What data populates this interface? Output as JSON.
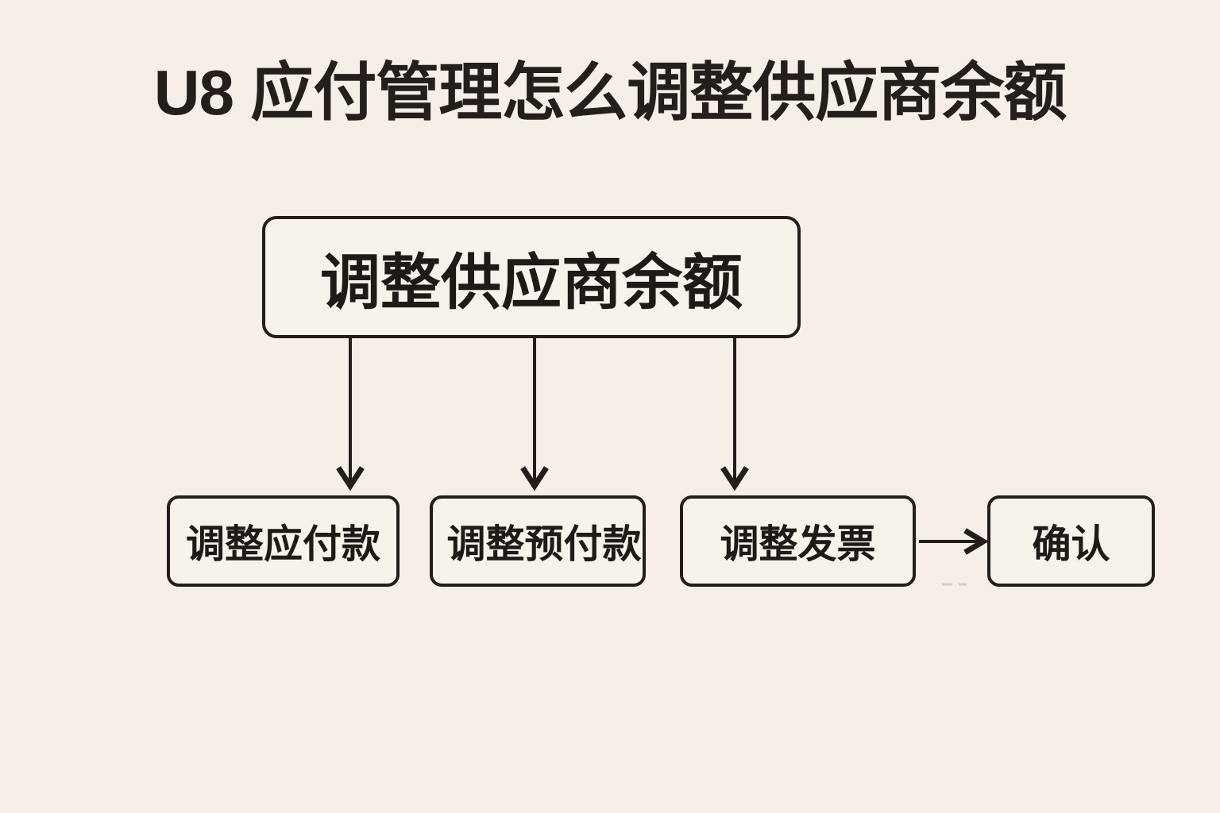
{
  "page": {
    "background_color": "#f5efe7",
    "ink_color": "#211e1b",
    "node_fill_color": "#f7f2ea"
  },
  "title": "U8 应付管理怎么调整供应商余额",
  "diagram": {
    "type": "flowchart",
    "root": {
      "id": "adjust-supplier-balance",
      "label": "调整供应商余额"
    },
    "children": [
      {
        "id": "adjust-payable",
        "label": "调整应付款"
      },
      {
        "id": "adjust-prepaid",
        "label": "调整预付款"
      },
      {
        "id": "adjust-invoice",
        "label": "调整发票"
      }
    ],
    "terminal": {
      "id": "confirm",
      "label": "确认"
    },
    "edges": [
      {
        "from": "adjust-supplier-balance",
        "to": "adjust-payable",
        "direction": "down",
        "style": "solid-arrow"
      },
      {
        "from": "adjust-supplier-balance",
        "to": "adjust-prepaid",
        "direction": "down",
        "style": "solid-arrow"
      },
      {
        "from": "adjust-supplier-balance",
        "to": "adjust-invoice",
        "direction": "down",
        "style": "solid-arrow"
      },
      {
        "from": "adjust-invoice",
        "to": "confirm",
        "direction": "right",
        "style": "solid-arrow"
      }
    ]
  }
}
